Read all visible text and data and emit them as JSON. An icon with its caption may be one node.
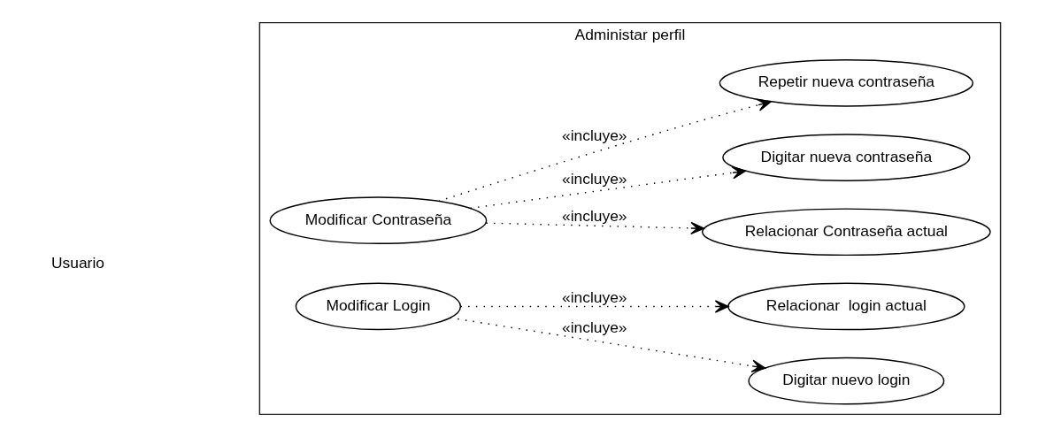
{
  "diagram": {
    "nodes": [
      {
        "text": [
          "Usuario"
        ]
      },
      {
        "text": [
          "Administar perfil"
        ]
      },
      {
        "text": [
          "Modificar Contraseña"
        ],
        "in": 1
      },
      {
        "text": [
          "Relacionar Contraseña actual"
        ],
        "in": 1
      },
      {
        "text": [
          "Digitar nueva contraseña"
        ],
        "in": 1
      },
      {
        "text": [
          "Repetir nueva contraseña"
        ],
        "in": 1
      },
      {
        "text": [
          "Modificar Login"
        ],
        "in": 1
      },
      {
        "text": [
          "Digitar nuevo login"
        ],
        "in": 1
      },
      {
        "text": [
          "Relacionar  login actual"
        ],
        "in": 1
      }
    ],
    "edges": [
      {
        "from": 2,
        "to": 3,
        "arrow": "to",
        "label": "«incluye»",
        "style": "dashed"
      },
      {
        "from": 2,
        "to": 4,
        "arrow": "to",
        "label": "«incluye»",
        "style": "dashed"
      },
      {
        "from": 2,
        "to": 5,
        "arrow": "to",
        "label": "«incluye»",
        "style": "dashed"
      },
      {
        "from": 6,
        "to": 7,
        "arrow": "to",
        "label": "«incluye»",
        "style": "dashed"
      },
      {
        "from": 6,
        "to": 8,
        "arrow": "to",
        "label": "«incluye»",
        "style": "dashed"
      }
    ]
  }
}
